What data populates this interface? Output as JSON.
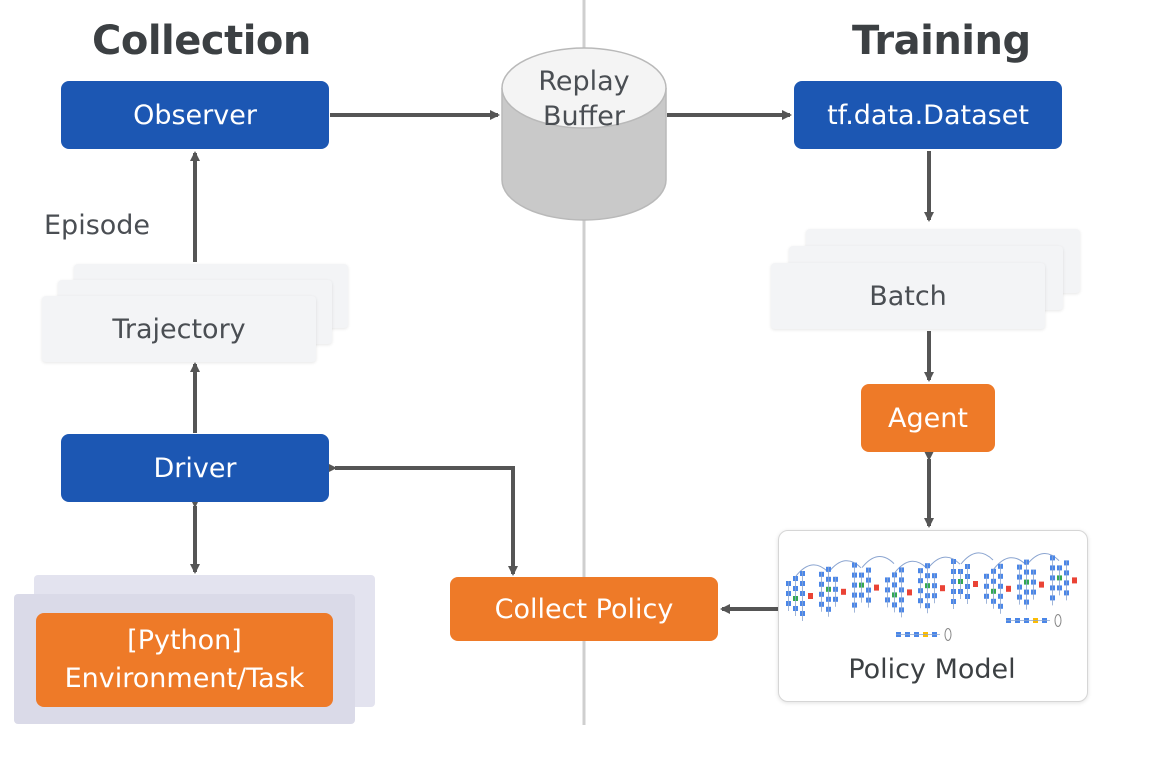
{
  "headings": {
    "collection": "Collection",
    "training": "Training"
  },
  "nodes": {
    "observer": "Observer",
    "episode": "Episode",
    "trajectory": "Trajectory",
    "driver": "Driver",
    "environment_line1": "[Python]",
    "environment_line2": "Environment/Task",
    "replay_line1": "Replay",
    "replay_line2": "Buffer",
    "dataset": "tf.data.Dataset",
    "batch": "Batch",
    "agent": "Agent",
    "collect_policy": "Collect Policy",
    "policy_model": "Policy Model"
  },
  "colors": {
    "blue": "#1c57b3",
    "orange": "#ee7a28",
    "arrow": "#555555",
    "divider": "#cfcfcf",
    "heading": "#3c4043",
    "label": "#4a4e53"
  }
}
